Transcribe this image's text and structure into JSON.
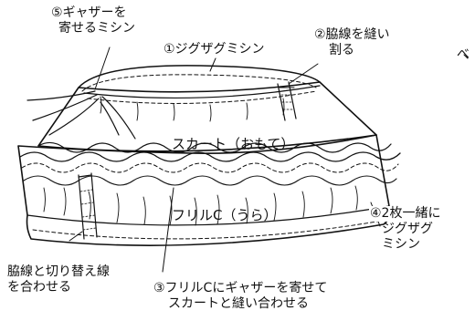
{
  "labels": {
    "gather_stitch": {
      "line1": "⑤ギャザーを",
      "line2": "寄せるミシン"
    },
    "zigzag_stitch": "①ジグザグミシン",
    "press_seams_open": {
      "line1": "②脇線を縫い",
      "line2": "割る"
    },
    "edge_fragment": "べ",
    "skirt_right_side": "スカート（おもて）",
    "frill_c_wrong_side": "フリルC（うら）",
    "two_layer_zigzag": {
      "line1": "④2枚一緒に",
      "line2": "ジグザグ",
      "line3": "ミシン"
    },
    "align_side_and_switch_lines": {
      "line1": "脇線と切り替え線",
      "line2": "を合わせる"
    },
    "attach_frill": {
      "line1": "③フリルCにギャザーを寄せて",
      "line2": "スカートと縫い合わせる"
    }
  },
  "colors": {
    "ink": "#111111",
    "paper": "#ffffff"
  }
}
